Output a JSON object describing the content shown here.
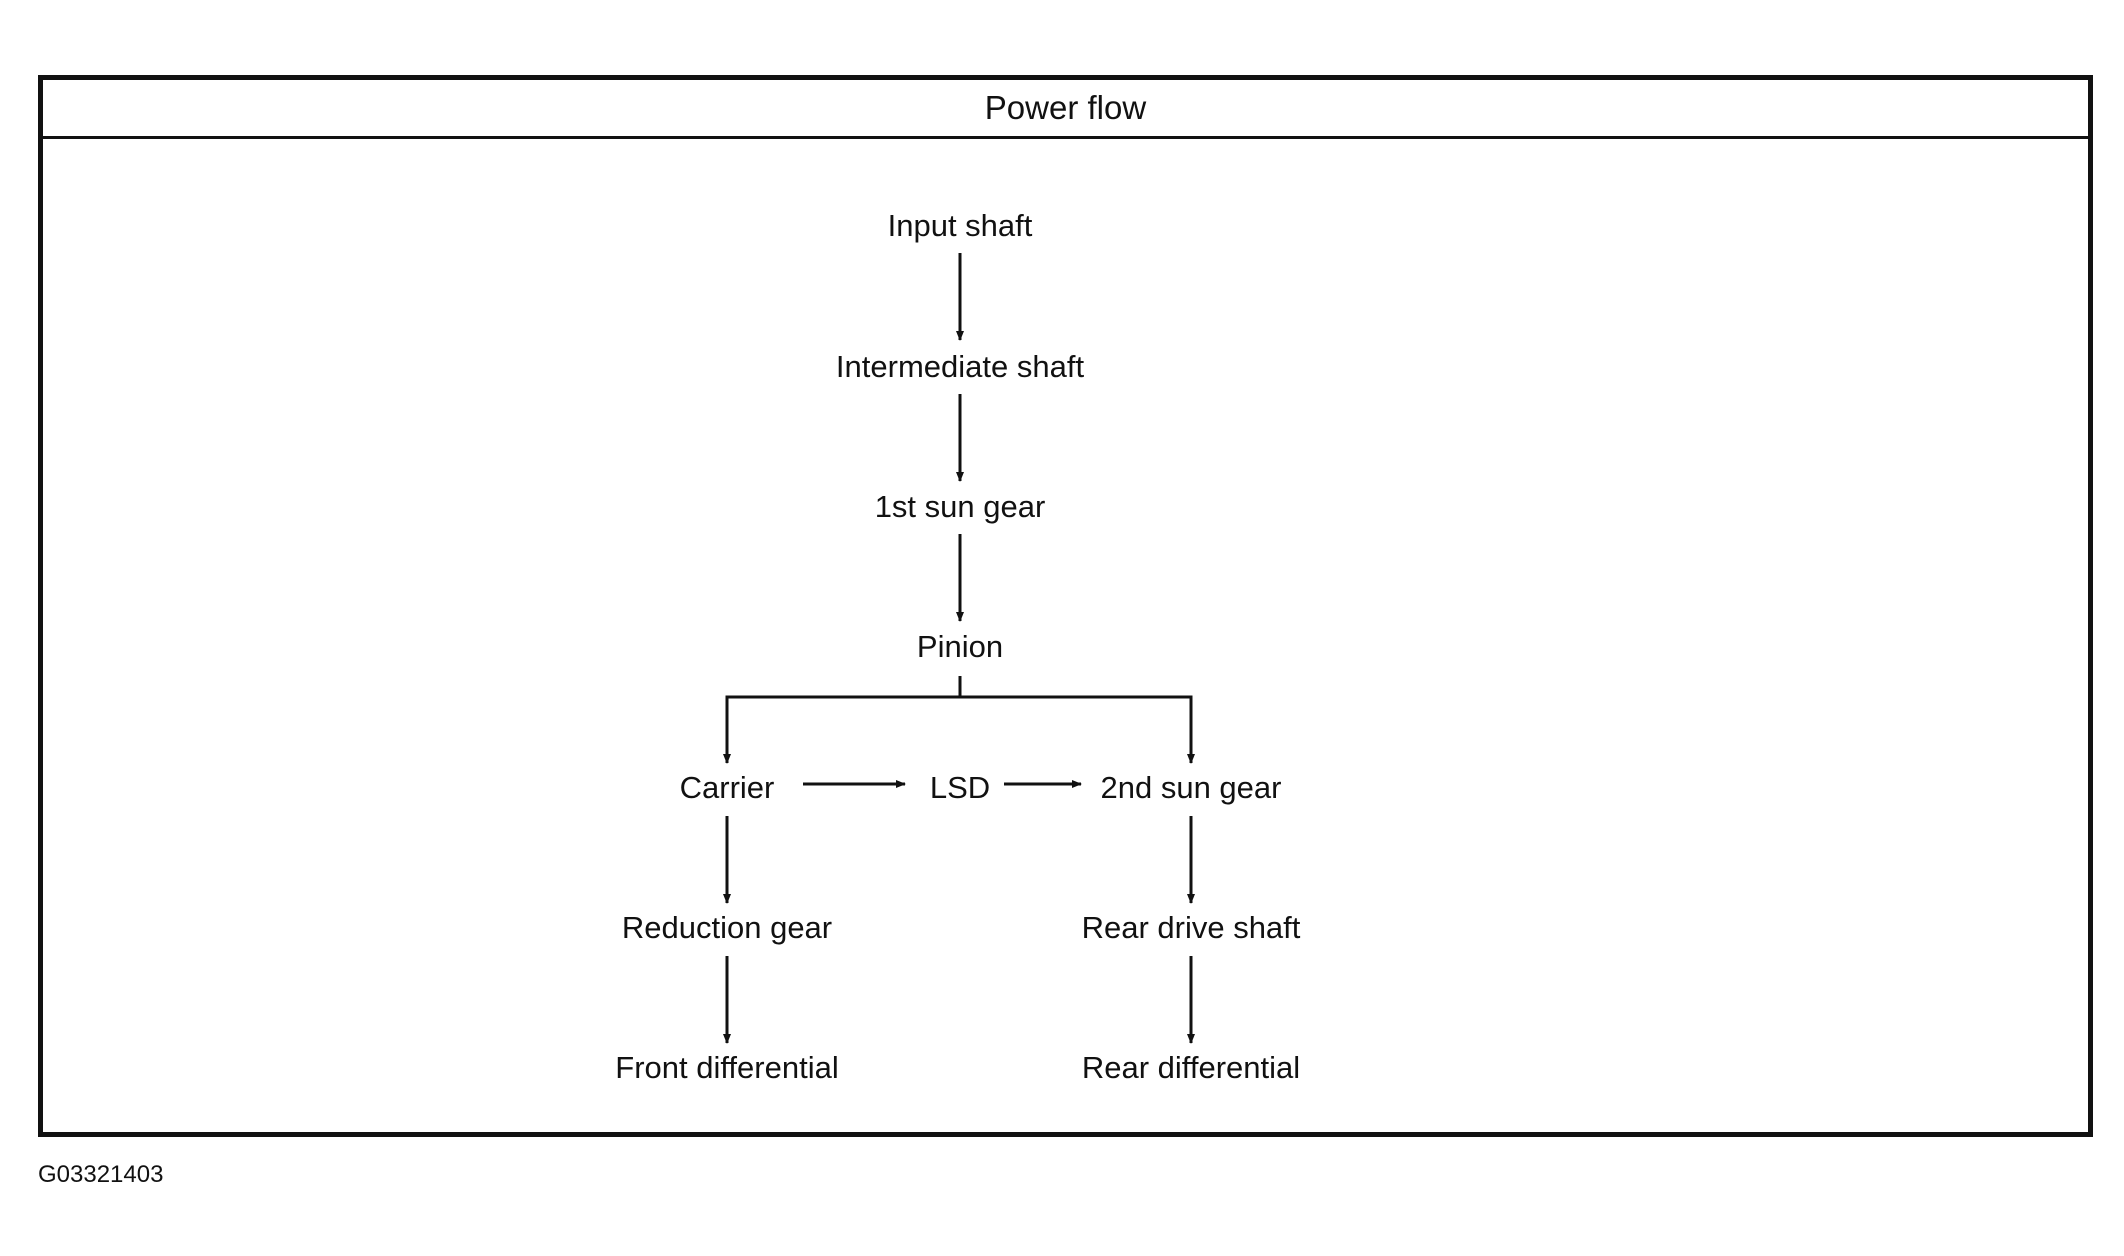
{
  "title": "Power flow",
  "figure_id": "G03321403",
  "nodes": {
    "input_shaft": "Input shaft",
    "intermediate_shaft": "Intermediate shaft",
    "first_sun_gear": "1st sun gear",
    "pinion": "Pinion",
    "carrier": "Carrier",
    "lsd": "LSD",
    "second_sun_gear": "2nd sun gear",
    "reduction_gear": "Reduction gear",
    "rear_drive_shaft": "Rear drive shaft",
    "front_differential": "Front differential",
    "rear_differential": "Rear differential"
  },
  "colors": {
    "line": "#111111",
    "background": "#ffffff"
  }
}
